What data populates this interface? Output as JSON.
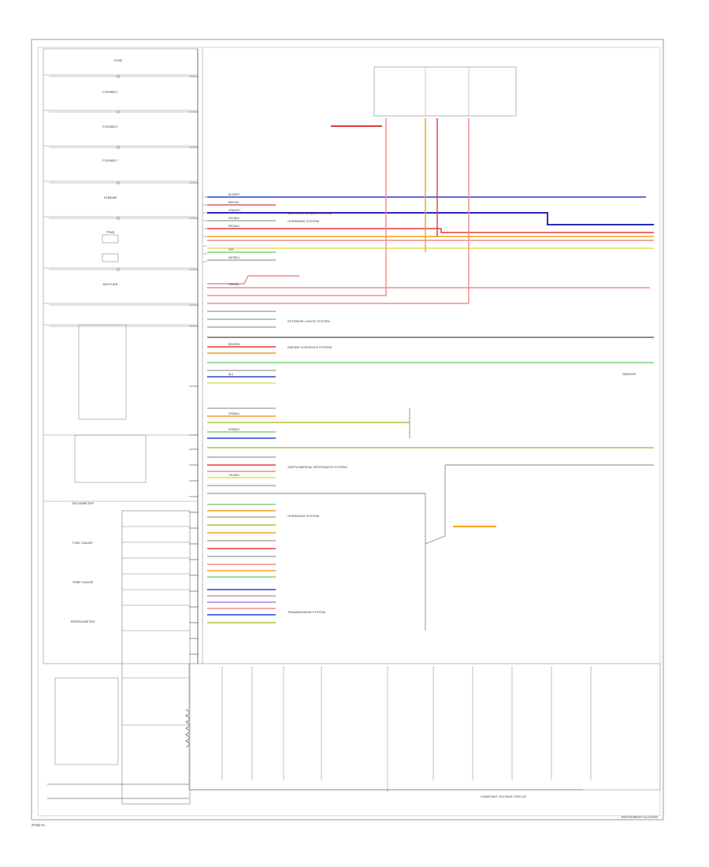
{
  "colors": {
    "frame": "#9a9a9a",
    "text": "#333333",
    "blue": "#2f3fd0",
    "navy": "#2a2ab4",
    "red": "#e23a3a",
    "pink": "#f08a8a",
    "orange": "#f2a020",
    "yellow": "#e0e060",
    "green": "#80d080",
    "gray": "#b0b0b0",
    "violet": "#b080e0",
    "yellowgreen": "#b0c040"
  },
  "labels": {
    "footer_left": "[RH]/[LH]",
    "footer_right": "INSTRUMENT CLUSTER",
    "constant": "CONSTANT VOLTAGE CIRCUIT",
    "sensor": "SENSOR",
    "cluster_title": "INSTRUMENT CLUSTER"
  },
  "left_sections": [
    "FUSE",
    "FOG/BELT",
    "FOG/BELT",
    "FOG/BELT",
    "HI BEAM",
    "TPMS",
    "IND/TURN",
    "FUEL GAUGE",
    "TEMP GAUGE",
    "SPEEDOMETER",
    "TACHOMETER"
  ],
  "left_labels": [
    "BLU/WHT",
    "BRN/YEL",
    "GRN/WHT",
    "GRY/BLK",
    "RED/BLU",
    "GRY",
    "BLU",
    "ORG/BLK",
    "RED/GRN",
    "PNK/BLK",
    "WHT/BLK",
    "YEL/RED",
    "GRN/BLK"
  ],
  "system_labels": [
    "ANTI-LOCK BRAKES SYSTEM",
    "OVERHEAD SYSTEM",
    "OVERHEAD SYSTEM",
    "ENGINE CONTROLS SYSTEM",
    "SUPPLEMENTAL RESTRAINTS SYSTEM",
    "EXTERIOR LIGHTS SYSTEM",
    "TRANSMISSION SYSTEM"
  ]
}
